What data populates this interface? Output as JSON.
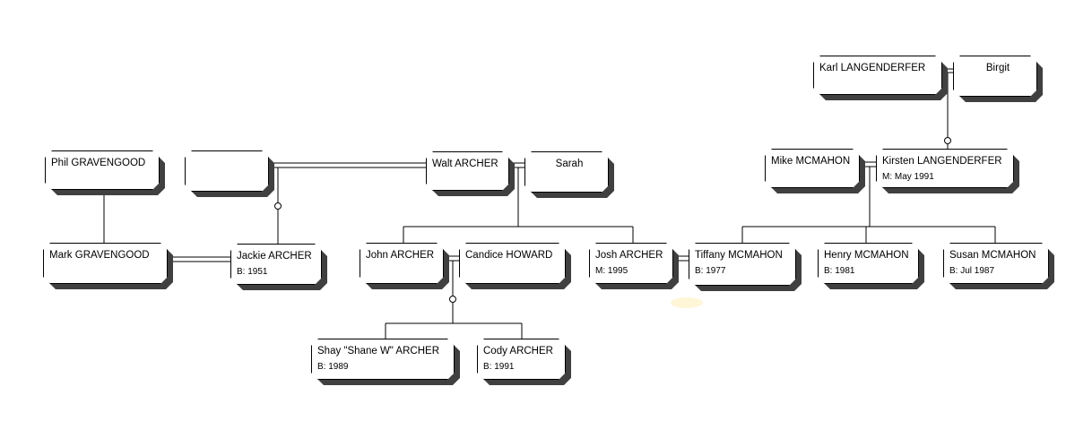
{
  "people": {
    "karl": {
      "name": "Karl LANGENDERFER",
      "detail": ""
    },
    "birgit": {
      "name": "Birgit",
      "detail": ""
    },
    "phil": {
      "name": "Phil GRAVENGOOD",
      "detail": ""
    },
    "unknown_spouse": {
      "name": "",
      "detail": ""
    },
    "walt": {
      "name": "Walt ARCHER",
      "detail": ""
    },
    "sarah": {
      "name": "Sarah",
      "detail": ""
    },
    "mike": {
      "name": "Mike MCMAHON",
      "detail": ""
    },
    "kirsten": {
      "name": "Kirsten LANGENDERFER",
      "detail": "M: May 1991"
    },
    "mark": {
      "name": "Mark GRAVENGOOD",
      "detail": ""
    },
    "jackie": {
      "name": "Jackie ARCHER",
      "detail": "B: 1951"
    },
    "john": {
      "name": "John ARCHER",
      "detail": ""
    },
    "candice": {
      "name": "Candice HOWARD",
      "detail": ""
    },
    "josh": {
      "name": "Josh ARCHER",
      "detail": "M: 1995"
    },
    "tiffany": {
      "name": "Tiffany MCMAHON",
      "detail": "B: 1977"
    },
    "henry": {
      "name": "Henry MCMAHON",
      "detail": "B: 1981"
    },
    "susan": {
      "name": "Susan MCMAHON",
      "detail": "B: Jul 1987"
    },
    "shay": {
      "name": "Shay \"Shane W\" ARCHER",
      "detail": "B: 1989"
    },
    "cody": {
      "name": "Cody ARCHER",
      "detail": "B: 1991"
    }
  },
  "colors": {
    "line": "#000000",
    "box_border": "#000000",
    "shadow": "#404040",
    "background": "#ffffff"
  }
}
